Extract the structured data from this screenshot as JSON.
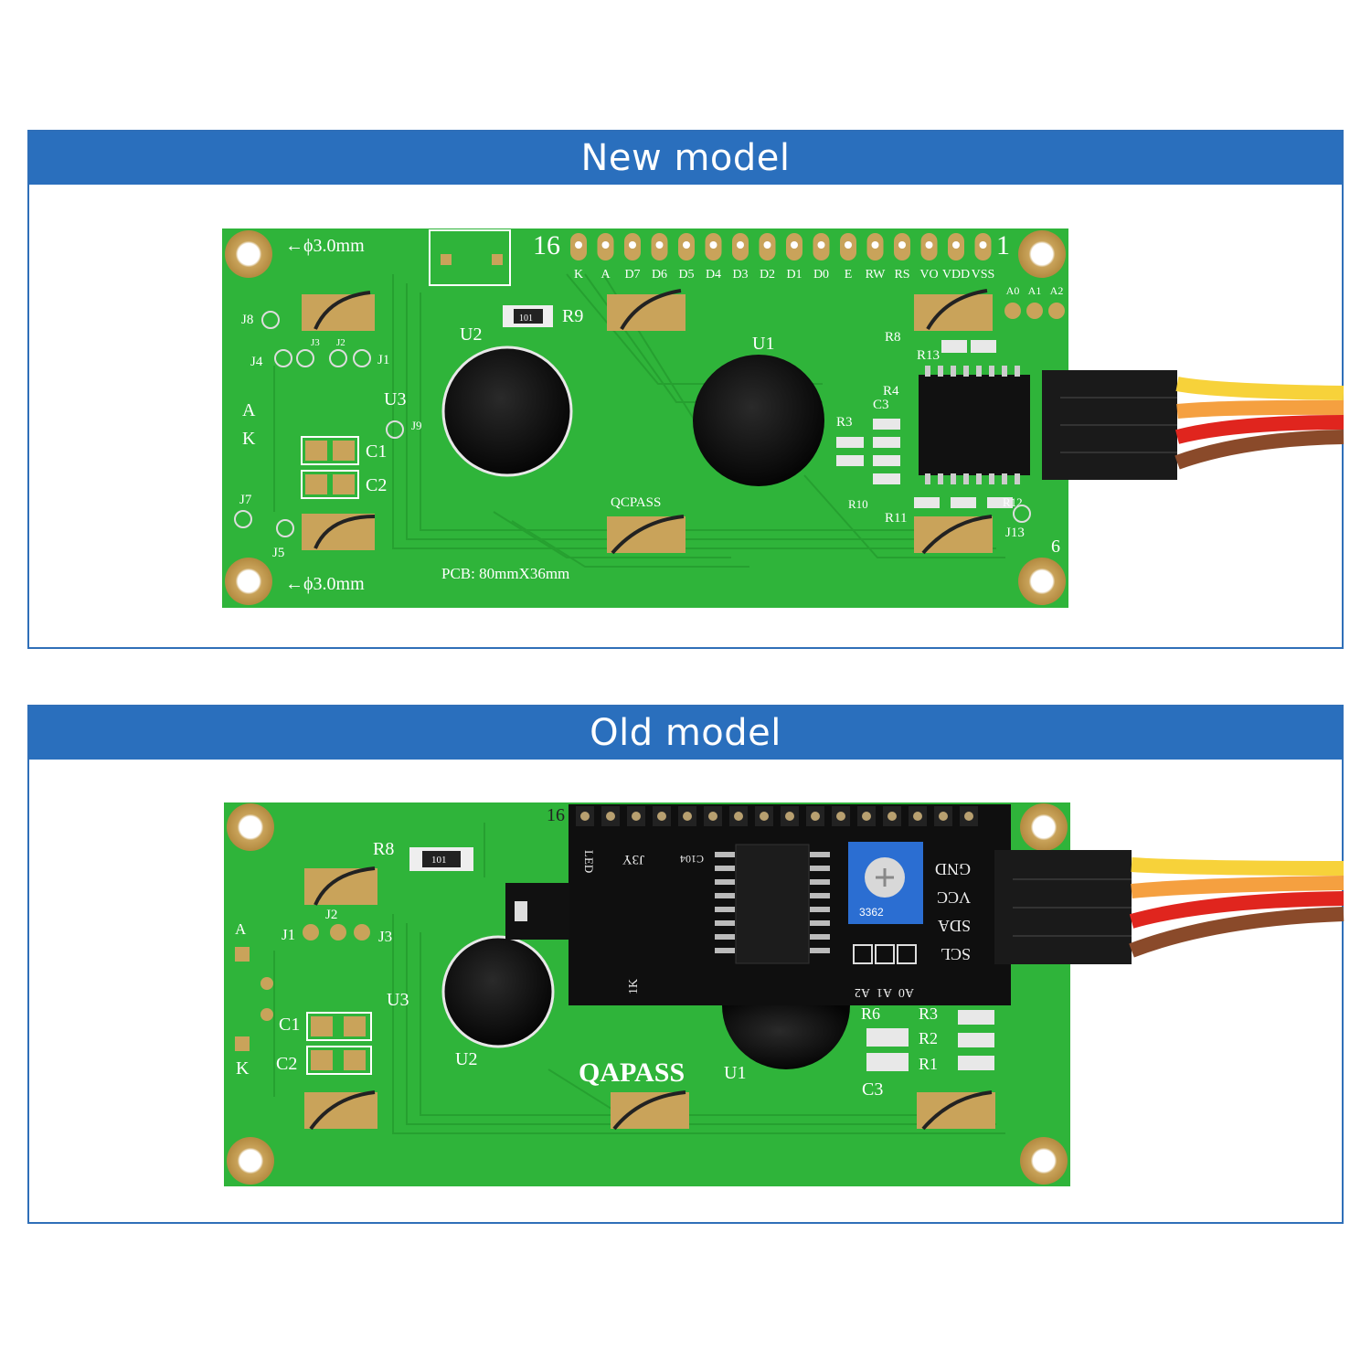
{
  "new_model": {
    "title": "New model",
    "hole_label_top": "←ϕ3.0mm",
    "hole_label_bottom": "←ϕ3.0mm",
    "pin16": "16",
    "pin1": "1",
    "pins": [
      "K",
      "A",
      "D7",
      "D6",
      "D5",
      "D4",
      "D3",
      "D2",
      "D1",
      "D0",
      "E",
      "RW",
      "RS",
      "VO",
      "VDD",
      "VSS"
    ],
    "addr_pads": [
      "A0",
      "A1",
      "A2"
    ],
    "labels": {
      "u1": "U1",
      "u2": "U2",
      "u3": "U3",
      "r9": "R9",
      "r8": "R8",
      "r13": "R13",
      "r4": "R4",
      "r3": "R3",
      "r10": "R10",
      "r11": "R11",
      "r12": "R12",
      "c3": "C3",
      "c1": "C1",
      "c2": "C2",
      "j1": "J1",
      "j2": "J2",
      "j3": "J3",
      "j4": "J4",
      "j5": "J5",
      "j7": "J7",
      "j8": "J8",
      "j9": "J9",
      "j13": "J13",
      "a": "A",
      "k": "K",
      "six": "6",
      "qcpass": "QCPASS",
      "pcb": "PCB: 80mmX36mm",
      "r_code": "101"
    }
  },
  "old_model": {
    "title": "Old model",
    "pin16": "16",
    "labels": {
      "r8": "R8",
      "r_code": "101",
      "j1": "J1",
      "j2": "J2",
      "j3": "J3",
      "u3": "U3",
      "u2": "U2",
      "u1": "U1",
      "c1": "C1",
      "c2": "C2",
      "c3": "C3",
      "a": "A",
      "k": "K",
      "qapass": "QAPASS",
      "r6": "R6",
      "r3": "R3",
      "r2": "R2",
      "r1": "R1",
      "j3y": "J3Y",
      "c104": "C104",
      "led_label": "LED",
      "res_1k": "1K",
      "pot_code": "3362",
      "addr": [
        "A0",
        "A1",
        "A2"
      ]
    },
    "pins": [
      "GND",
      "VCC",
      "SDA",
      "SCL"
    ]
  },
  "colors": {
    "header_blue": "#2a6fbd",
    "pcb_green": "#2fb43a",
    "wire_yellow": "#f7d23a",
    "wire_orange": "#f5a040",
    "wire_red": "#e0251e",
    "wire_brown": "#8a4a2a"
  }
}
